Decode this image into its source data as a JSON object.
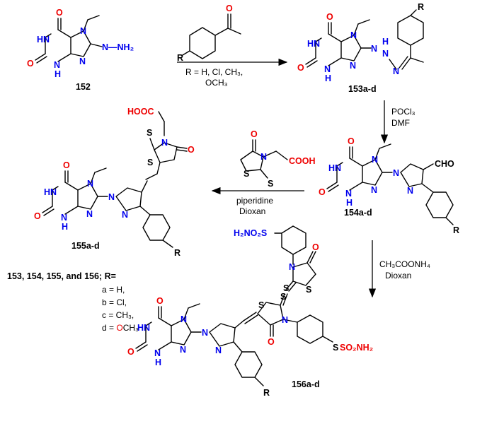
{
  "compounds": {
    "c152": "152",
    "c153": "153a-d",
    "c154": "154a-d",
    "c155": "155a-d",
    "c156": "156a-d"
  },
  "atoms": {
    "N": "N",
    "NH": "NH",
    "HN": "HN",
    "H": "H",
    "O": "O",
    "S": "S",
    "R": "R",
    "CHO": "CHO",
    "HOOC": "HOOC",
    "COOH": "COOH",
    "hydrazine": "N—NH₂",
    "hydrazone_nh": "H",
    "SO2NH2": "SO₂NH₂",
    "H2NO2S": "H₂NO₂S"
  },
  "conditions": {
    "step1_r": "R = H, Cl, CH₃,",
    "step1_r2": "OCH₃",
    "step2_line1": "POCl₃",
    "step2_line2": "DMF",
    "step3_line1": "piperidine",
    "step3_line2": "Dioxan",
    "step4_line1": "CH₃COONH₄",
    "step4_line2": "Dioxan"
  },
  "r_groups": {
    "title": "153, 154, 155, and 156; R=",
    "a": "a = H,",
    "b": "b = Cl,",
    "c": "c = CH₃,",
    "d_prefix": "d = ",
    "d_o": "O",
    "d_suffix": "CH₃"
  }
}
